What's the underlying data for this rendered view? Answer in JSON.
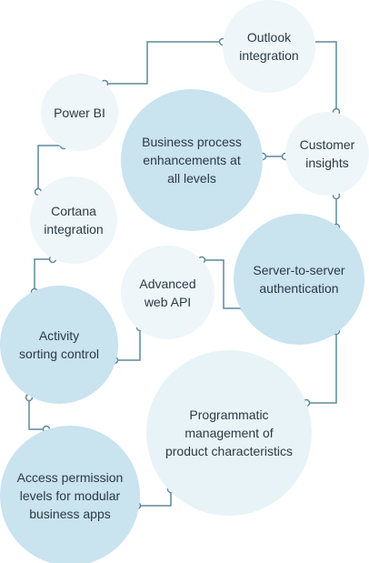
{
  "diagram": {
    "nodes": [
      {
        "id": "outlook",
        "label": "Outlook\nintegration"
      },
      {
        "id": "powerbi",
        "label": "Power BI"
      },
      {
        "id": "business_process",
        "label": "Business process\nenhancements at\nall levels"
      },
      {
        "id": "customer_insights",
        "label": "Customer\ninsights"
      },
      {
        "id": "cortana",
        "label": "Cortana\nintegration"
      },
      {
        "id": "advanced_api",
        "label": "Advanced\nweb API"
      },
      {
        "id": "s2s_auth",
        "label": "Server-to-server\nauthentication"
      },
      {
        "id": "activity_sort",
        "label": "Activity\nsorting control"
      },
      {
        "id": "programmatic",
        "label": "Programmatic\nmanagement of\nproduct characteristics"
      },
      {
        "id": "access_perm",
        "label": "Access permission\nlevels for modular\nbusiness apps"
      }
    ],
    "colors": {
      "bubble_light": "#e8f3f8",
      "bubble_dark": "#c9e3ef",
      "connector": "#5c8a9b",
      "text": "#2b3a44"
    }
  }
}
